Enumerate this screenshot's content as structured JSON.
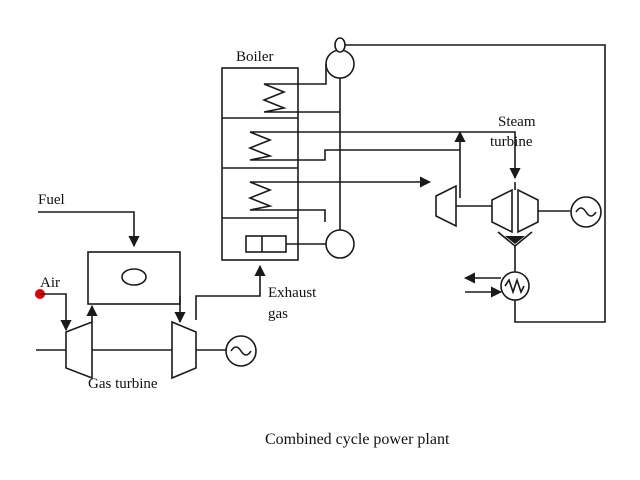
{
  "labels": {
    "boiler": "Boiler",
    "steam_turbine_line1": "Steam",
    "steam_turbine_line2": "turbine",
    "fuel": "Fuel",
    "air": "Air",
    "exhaust_line1": "Exhaust",
    "exhaust_line2": "gas",
    "gas_turbine": "Gas turbine",
    "caption": "Combined cycle power plant"
  },
  "colors": {
    "line": "#1a1a1a",
    "marker": "#e00000",
    "background": "#ffffff"
  },
  "icons": [
    "generator-icon",
    "heat-exchanger-coil-icon",
    "steam-drum-icon",
    "pump-icon",
    "combustor-flame-icon"
  ]
}
